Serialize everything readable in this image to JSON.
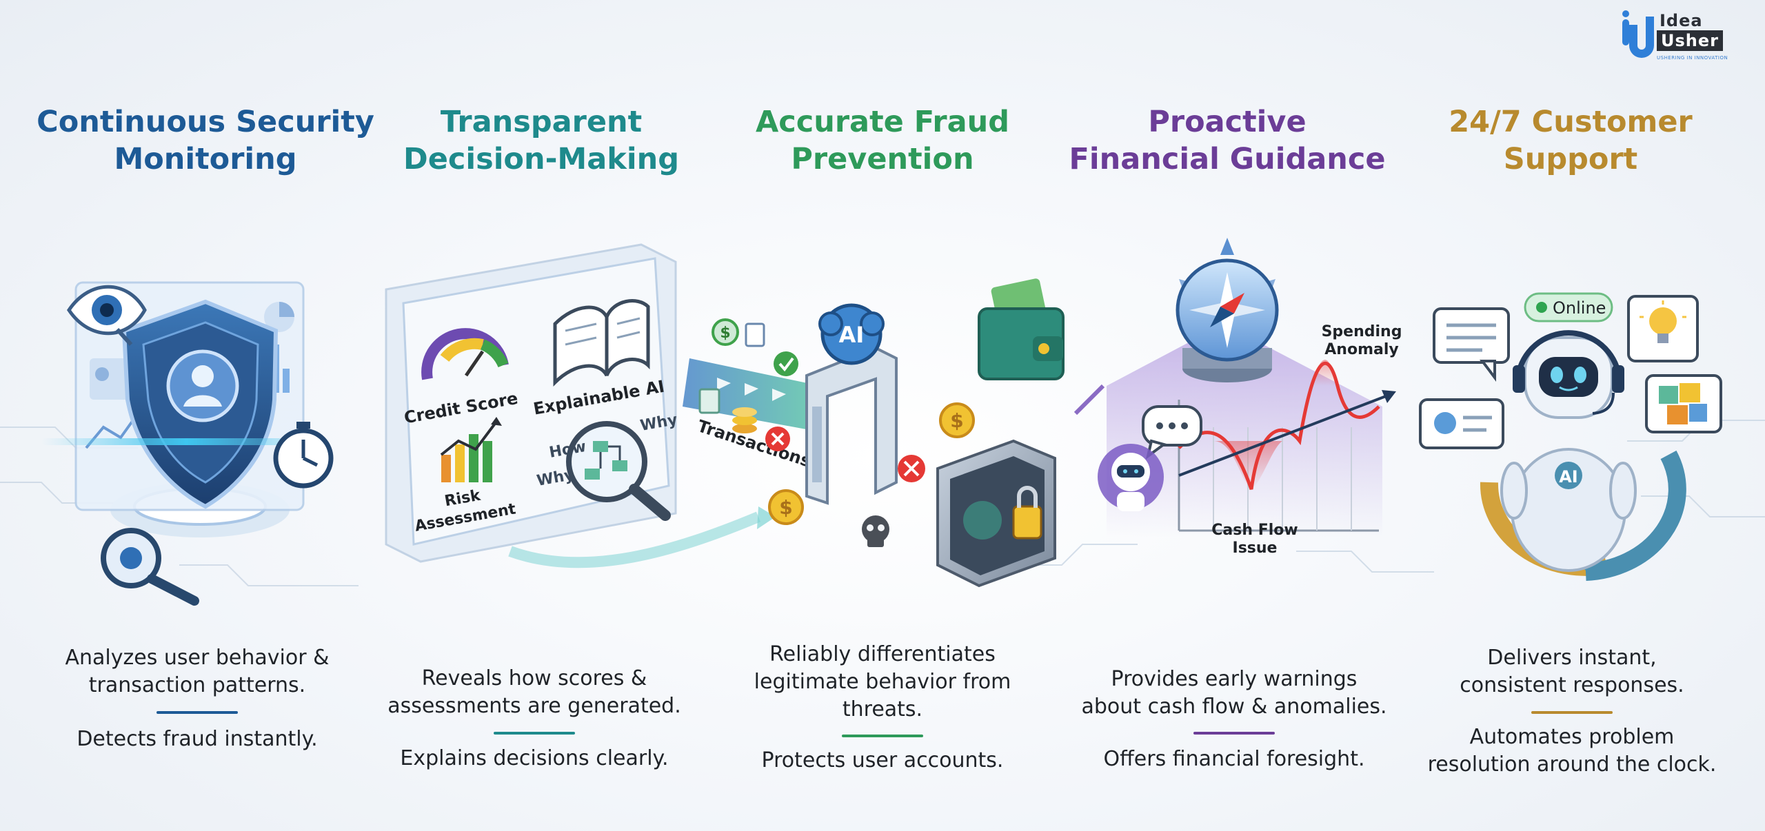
{
  "logo": {
    "idea": "Idea",
    "usher": "Usher",
    "tagline": "USHERING IN INNOVATION"
  },
  "columns": [
    {
      "title": [
        "Continuous Security",
        "Monitoring"
      ],
      "color": "#1d5a96",
      "description": [
        "Analyzes user behavior &",
        "transaction patterns."
      ],
      "summary": [
        "Detects fraud instantly."
      ]
    },
    {
      "title": [
        "Transparent",
        "Decision-Making"
      ],
      "color": "#1e8a8c",
      "description": [
        "Reveals how scores &",
        "assessments are generated."
      ],
      "summary": [
        "Explains decisions clearly."
      ],
      "illustration_labels": {
        "credit_score": "Credit Score",
        "explainable_ai": "Explainable AI",
        "risk_assessment": [
          "Risk",
          "Assessment"
        ],
        "how": "How",
        "why1": "Why",
        "why2": "Why"
      }
    },
    {
      "title": [
        "Accurate Fraud",
        "Prevention"
      ],
      "color": "#2e9a5a",
      "description": [
        "Reliably differentiates",
        "legitimate behavior from",
        "threats."
      ],
      "summary": [
        "Protects user accounts."
      ],
      "illustration_labels": {
        "transactions": "Transactions",
        "ai": "AI"
      }
    },
    {
      "title": [
        "Proactive",
        "Financial Guidance"
      ],
      "color": "#6b3d97",
      "description": [
        "Provides early warnings",
        "about cash flow & anomalies."
      ],
      "summary": [
        "Offers financial foresight."
      ],
      "illustration_labels": {
        "spending_anomaly": [
          "Spending",
          "Anomaly"
        ],
        "cash_flow_issue": [
          "Cash Flow",
          "Issue"
        ]
      }
    },
    {
      "title": [
        "24/7 Customer",
        "Support"
      ],
      "color": "#b88a2e",
      "description": [
        "Delivers instant,",
        "consistent responses."
      ],
      "summary": [
        "Automates problem",
        "resolution around the clock."
      ],
      "illustration_labels": {
        "online": "Online",
        "ai": "AI"
      }
    }
  ]
}
